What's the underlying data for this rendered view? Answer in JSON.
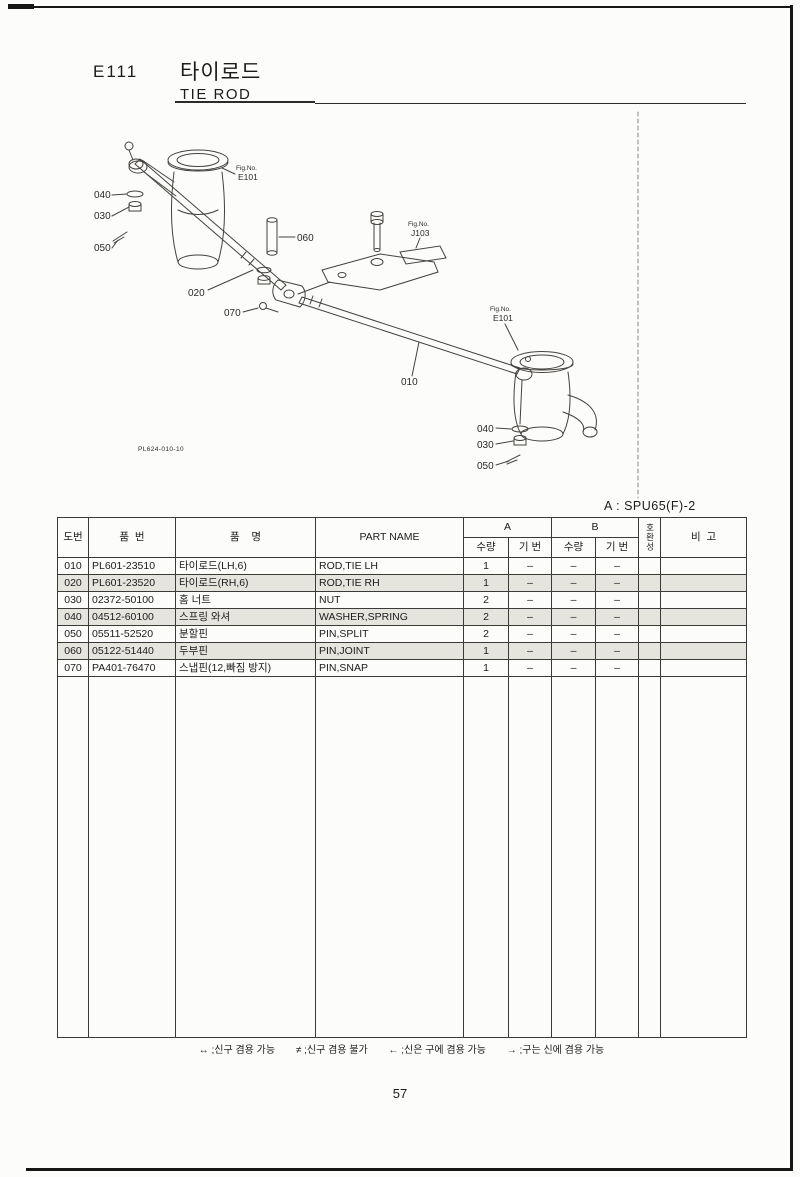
{
  "page": {
    "code": "E111",
    "title_ko": "타이로드",
    "title_en": "TIE ROD",
    "model_ref": "A : SPU65(F)-2",
    "page_number": "57"
  },
  "diagram": {
    "drawing_no": "PL624-010-10",
    "fig_no_label": "Fig.No.",
    "fig_e101": "E101",
    "fig_j103": "J103",
    "callout_010": "010",
    "callout_020": "020",
    "callout_030": "030",
    "callout_040": "040",
    "callout_050": "050",
    "callout_060": "060",
    "callout_070": "070"
  },
  "table": {
    "headers": {
      "fig": "도번",
      "part": "품  번",
      "name_ko": "품    명",
      "part_name": "PART NAME",
      "group_a": "A",
      "group_b": "B",
      "qty": "수량",
      "serial": "기 번",
      "compat": "호환성",
      "remarks": "비  고"
    },
    "rows": [
      {
        "fig": "010",
        "part": "PL601-23510",
        "name_ko": "타이로드(LH,6)",
        "name_en": "ROD,TIE LH",
        "a_qty": "1",
        "a_ser": "–",
        "b_qty": "–",
        "b_ser": "–"
      },
      {
        "fig": "020",
        "part": "PL601-23520",
        "name_ko": "타이로드(RH,6)",
        "name_en": "ROD,TIE RH",
        "a_qty": "1",
        "a_ser": "–",
        "b_qty": "–",
        "b_ser": "–"
      },
      {
        "fig": "030",
        "part": "02372-50100",
        "name_ko": "홈 너트",
        "name_en": "NUT",
        "a_qty": "2",
        "a_ser": "–",
        "b_qty": "–",
        "b_ser": "–"
      },
      {
        "fig": "040",
        "part": "04512-60100",
        "name_ko": "스프링 와셔",
        "name_en": "WASHER,SPRING",
        "a_qty": "2",
        "a_ser": "–",
        "b_qty": "–",
        "b_ser": "–"
      },
      {
        "fig": "050",
        "part": "05511-52520",
        "name_ko": "분할핀",
        "name_en": "PIN,SPLIT",
        "a_qty": "2",
        "a_ser": "–",
        "b_qty": "–",
        "b_ser": "–"
      },
      {
        "fig": "060",
        "part": "05122-51440",
        "name_ko": "두부핀",
        "name_en": "PIN,JOINT",
        "a_qty": "1",
        "a_ser": "–",
        "b_qty": "–",
        "b_ser": "–"
      },
      {
        "fig": "070",
        "part": "PA401-76470",
        "name_ko": "스냅핀(12,빠짐 방지)",
        "name_en": "PIN,SNAP",
        "a_qty": "1",
        "a_ser": "–",
        "b_qty": "–",
        "b_ser": "–"
      }
    ]
  },
  "legend": {
    "item1": "↔ ;신구 겸용 가능",
    "item2": "≠ ;신구 겸용 불가",
    "item3": "← ;신은 구에 겸용 가능",
    "item4": "→ ;구는 신에 겸용 가능"
  }
}
